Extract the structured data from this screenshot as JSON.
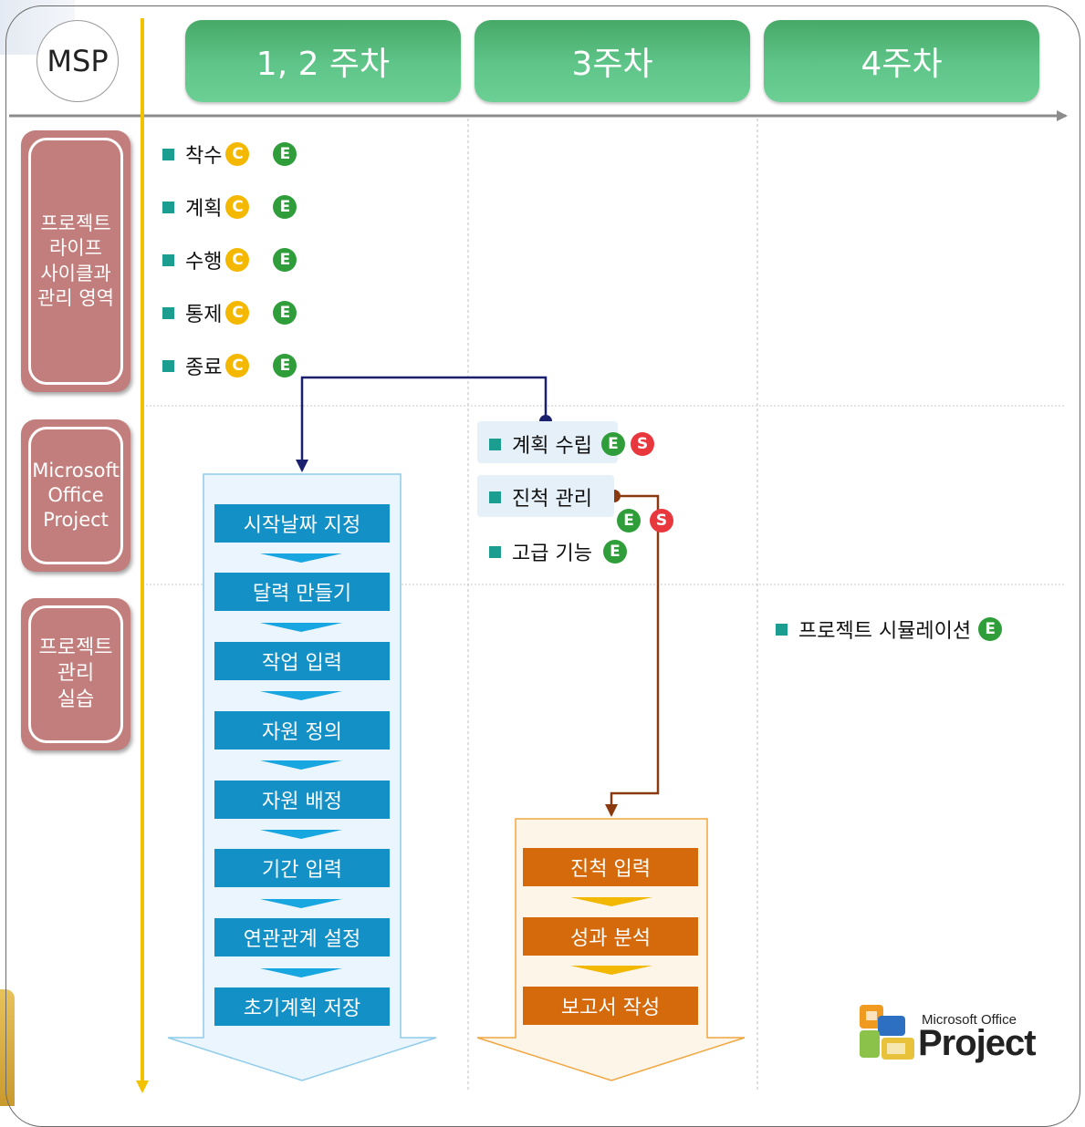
{
  "header": {
    "corner_label": "MSP",
    "weeks": [
      "1, 2 주차",
      "3주차",
      "4주차"
    ]
  },
  "rows": [
    {
      "label": "프로젝트\n라이프\n사이클과\n관리 영역"
    },
    {
      "label": "Microsoft\nOffice\nProject"
    },
    {
      "label": "프로젝트\n관리\n실습"
    }
  ],
  "lifecycle": {
    "items": [
      "착수",
      "계획",
      "수행",
      "통제",
      "종료"
    ],
    "badges": [
      "C",
      "E"
    ]
  },
  "msp_week3": {
    "items": [
      {
        "label": "계획 수립",
        "badges": [
          "E",
          "S"
        ]
      },
      {
        "label": "진척 관리",
        "badges": [
          "E",
          "S"
        ]
      },
      {
        "label": "고급 기능",
        "badges": [
          "E"
        ]
      }
    ]
  },
  "practice_week4": {
    "item": "프로젝트 시뮬레이션",
    "badge": "E"
  },
  "plan_steps": [
    "시작날짜 지정",
    "달력 만들기",
    "작업 입력",
    "자원 정의",
    "자원 배정",
    "기간 입력",
    "연관관계 설정",
    "초기계획 저장"
  ],
  "track_steps": [
    "진척 입력",
    "성과 분석",
    "보고서 작성"
  ],
  "logo": {
    "line1": "Microsoft Office",
    "line2": "Project"
  },
  "colors": {
    "week_header": "#5fc589",
    "row_label": "#c27e7c",
    "plan_step": "#1390c6",
    "track_step": "#d46a0c",
    "badge_c": "#f5b800",
    "badge_e": "#2f9e3a",
    "badge_s": "#e8383d",
    "bullet": "#1b9e8f",
    "timeline": "#f2c200"
  }
}
